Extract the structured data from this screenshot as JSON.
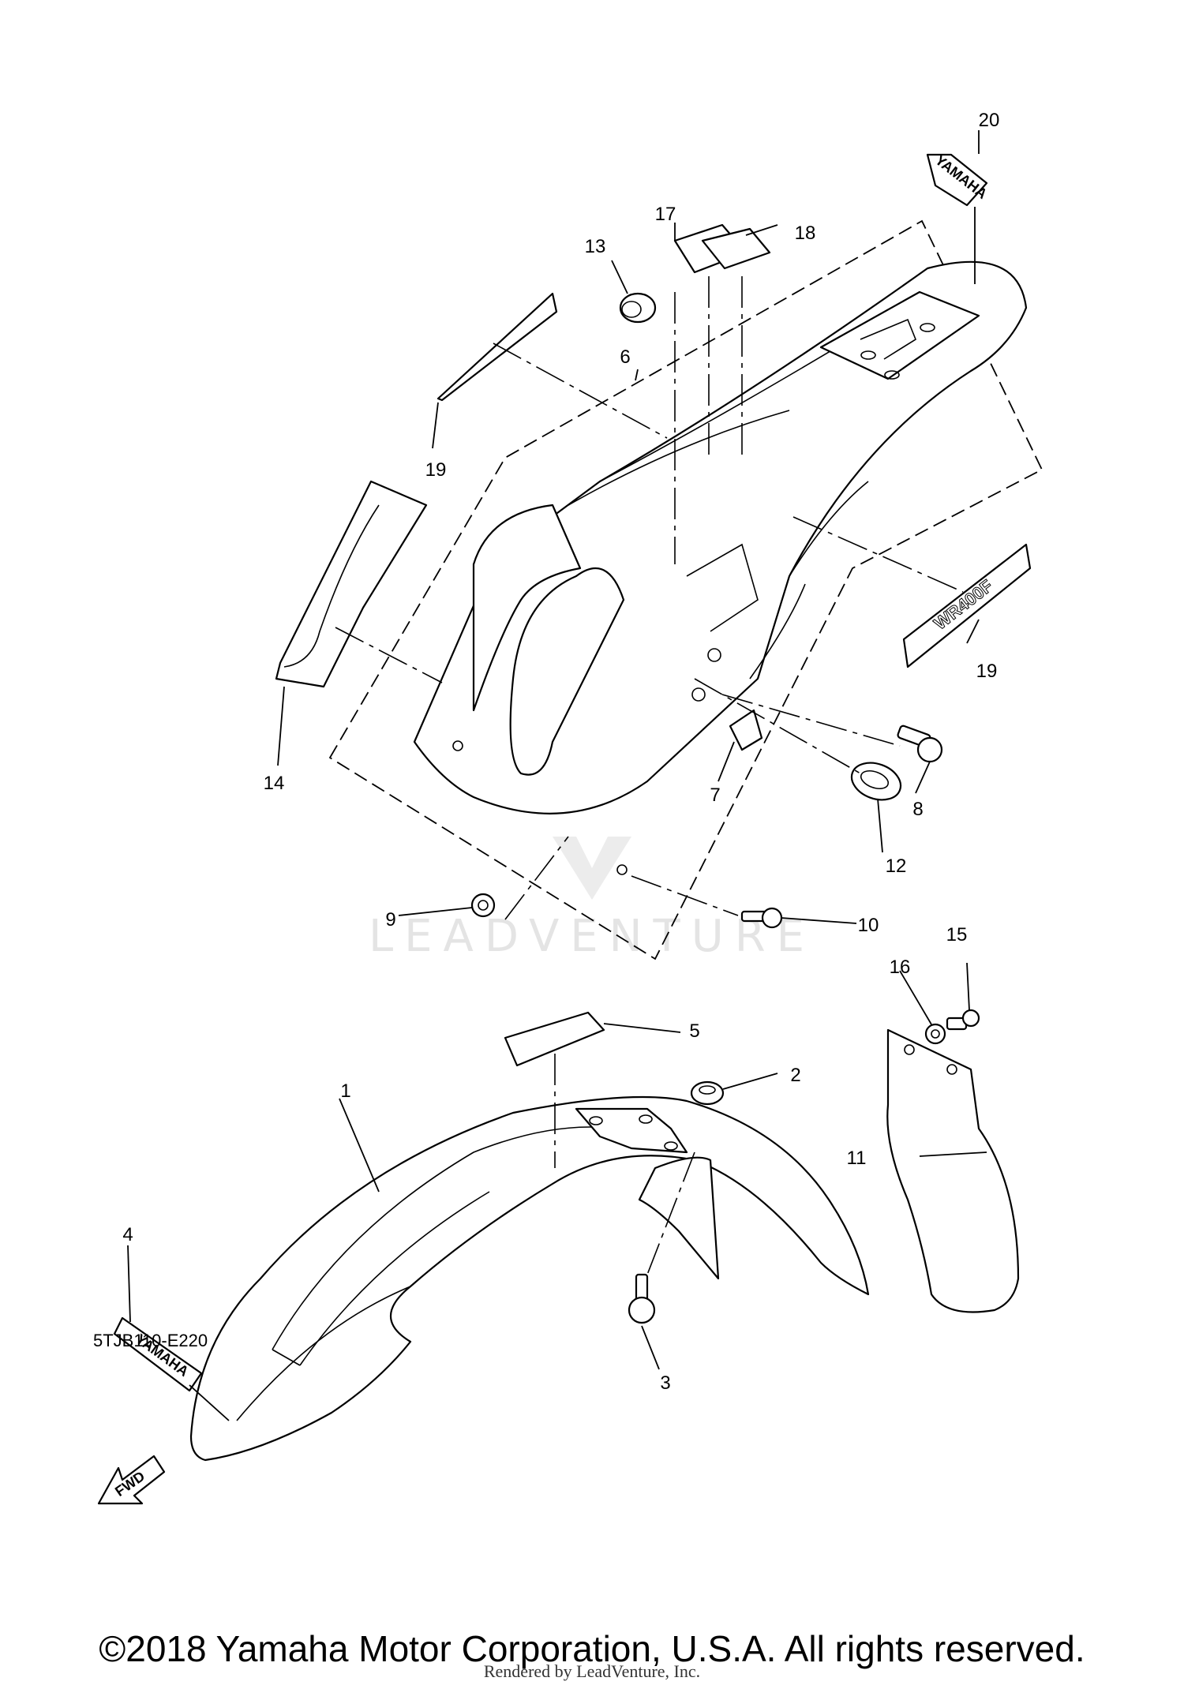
{
  "diagram_code": "5TJB110-E220",
  "copyright": "©2018 Yamaha Motor Corporation, U.S.A. All rights reserved.",
  "rendered_by": "Rendered by LeadVenture, Inc.",
  "watermark": "LEADVENTURE",
  "fwd_label": "FWD",
  "decal_yamaha": "YAMAHA",
  "decal_model": "WR400F",
  "callouts": {
    "c1": "1",
    "c2": "2",
    "c3": "3",
    "c4": "4",
    "c5": "5",
    "c6": "6",
    "c7": "7",
    "c8": "8",
    "c9": "9",
    "c10": "10",
    "c11": "11",
    "c12": "12",
    "c13": "13",
    "c14": "14",
    "c15": "15",
    "c16": "16",
    "c17": "17",
    "c18": "18",
    "c19a": "19",
    "c19b": "19",
    "c20": "20"
  }
}
